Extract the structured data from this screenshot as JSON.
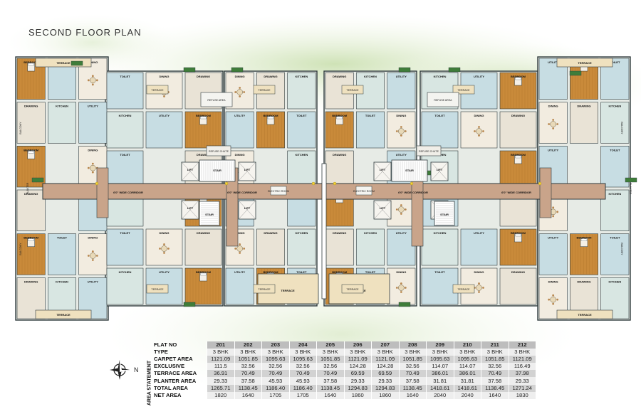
{
  "title": "SECOND FLOOR  PLAN",
  "compass_label": "N",
  "room_labels": {
    "terrace": "TERRACE",
    "bedroom": "BEDROOM",
    "toilet": "TOILET",
    "dining": "DINING",
    "drawing": "DRAWING",
    "kitchen": "KITCHEN",
    "utility": "UTILITY",
    "balcony": "BALCONY",
    "planter": "PLANTER",
    "lift": "LIFT",
    "stair": "STAIR",
    "refuse_chute": "REFUSE CHUTE",
    "refuse_area": "REFUSE AREA",
    "electric_room": "ELECTRIC ROOM",
    "corridor_left": "6'0\" WIDE CORRIDOR",
    "corridor_center_left": "6'0\" WIDE CORRIDOR",
    "corridor_center_right": "6'0\" WIDE CORRIDOR",
    "corridor_right": "6'0\" WIDE CORRIDOR"
  },
  "area_statement": {
    "side_label": "AREA STATEMENT",
    "flat_no_label": "FLAT NO",
    "flats": [
      "201",
      "202",
      "203",
      "204",
      "205",
      "206",
      "207",
      "208",
      "209",
      "210",
      "211",
      "212"
    ],
    "rows": [
      {
        "label": "TYPE",
        "values": [
          "3 BHK",
          "3 BHK",
          "3 BHK",
          "3 BHK",
          "3 BHK",
          "3 BHK",
          "3 BHK",
          "3 BHK",
          "3 BHK",
          "3 BHK",
          "3 BHK",
          "3 BHK"
        ]
      },
      {
        "label": "CARPET AREA",
        "values": [
          "1121.09",
          "1051.85",
          "1095.63",
          "1095.63",
          "1051.85",
          "1121.09",
          "1121.09",
          "1051.85",
          "1095.63",
          "1095.63",
          "1051.85",
          "1121.09"
        ]
      },
      {
        "label": "EXCLUSIVE",
        "values": [
          "111.5",
          "32.56",
          "32.56",
          "32.56",
          "32.56",
          "124.28",
          "124.28",
          "32.56",
          "114.07",
          "114.07",
          "32.56",
          "116.49"
        ]
      },
      {
        "label": "TERRACE AREA",
        "values": [
          "36.91",
          "70.49",
          "70.49",
          "70.49",
          "70.49",
          "69.59",
          "69.59",
          "70.49",
          "386.01",
          "386.01",
          "70.49",
          "37.98"
        ]
      },
      {
        "label": "PLANTER AREA",
        "values": [
          "29.33",
          "37.58",
          "45.93",
          "45.93",
          "37.58",
          "29.33",
          "29.33",
          "37.58",
          "31.81",
          "31.81",
          "37.58",
          "29.33"
        ]
      },
      {
        "label": "TOTAL AREA",
        "values": [
          "1265.71",
          "1138.45",
          "1186.40",
          "1186.40",
          "1138.45",
          "1294.83",
          "1294.83",
          "1138.45",
          "1418.61",
          "1418.61",
          "1138.45",
          "1271.24"
        ]
      },
      {
        "label": "NET AREA",
        "values": [
          "1820",
          "1640",
          "1705",
          "1705",
          "1640",
          "1860",
          "1860",
          "1640",
          "2040",
          "2040",
          "1640",
          "1830"
        ]
      }
    ]
  },
  "colors": {
    "corridor": "#c9a48a",
    "wood_floor": "#c98a3a",
    "tile_blue": "#c7dde3",
    "wall": "#2f3a3c",
    "planter": "#3f7d3a",
    "terrace": "#efe1bf",
    "table_dark": "#d2d2d2",
    "table_light": "#eeeeee"
  }
}
